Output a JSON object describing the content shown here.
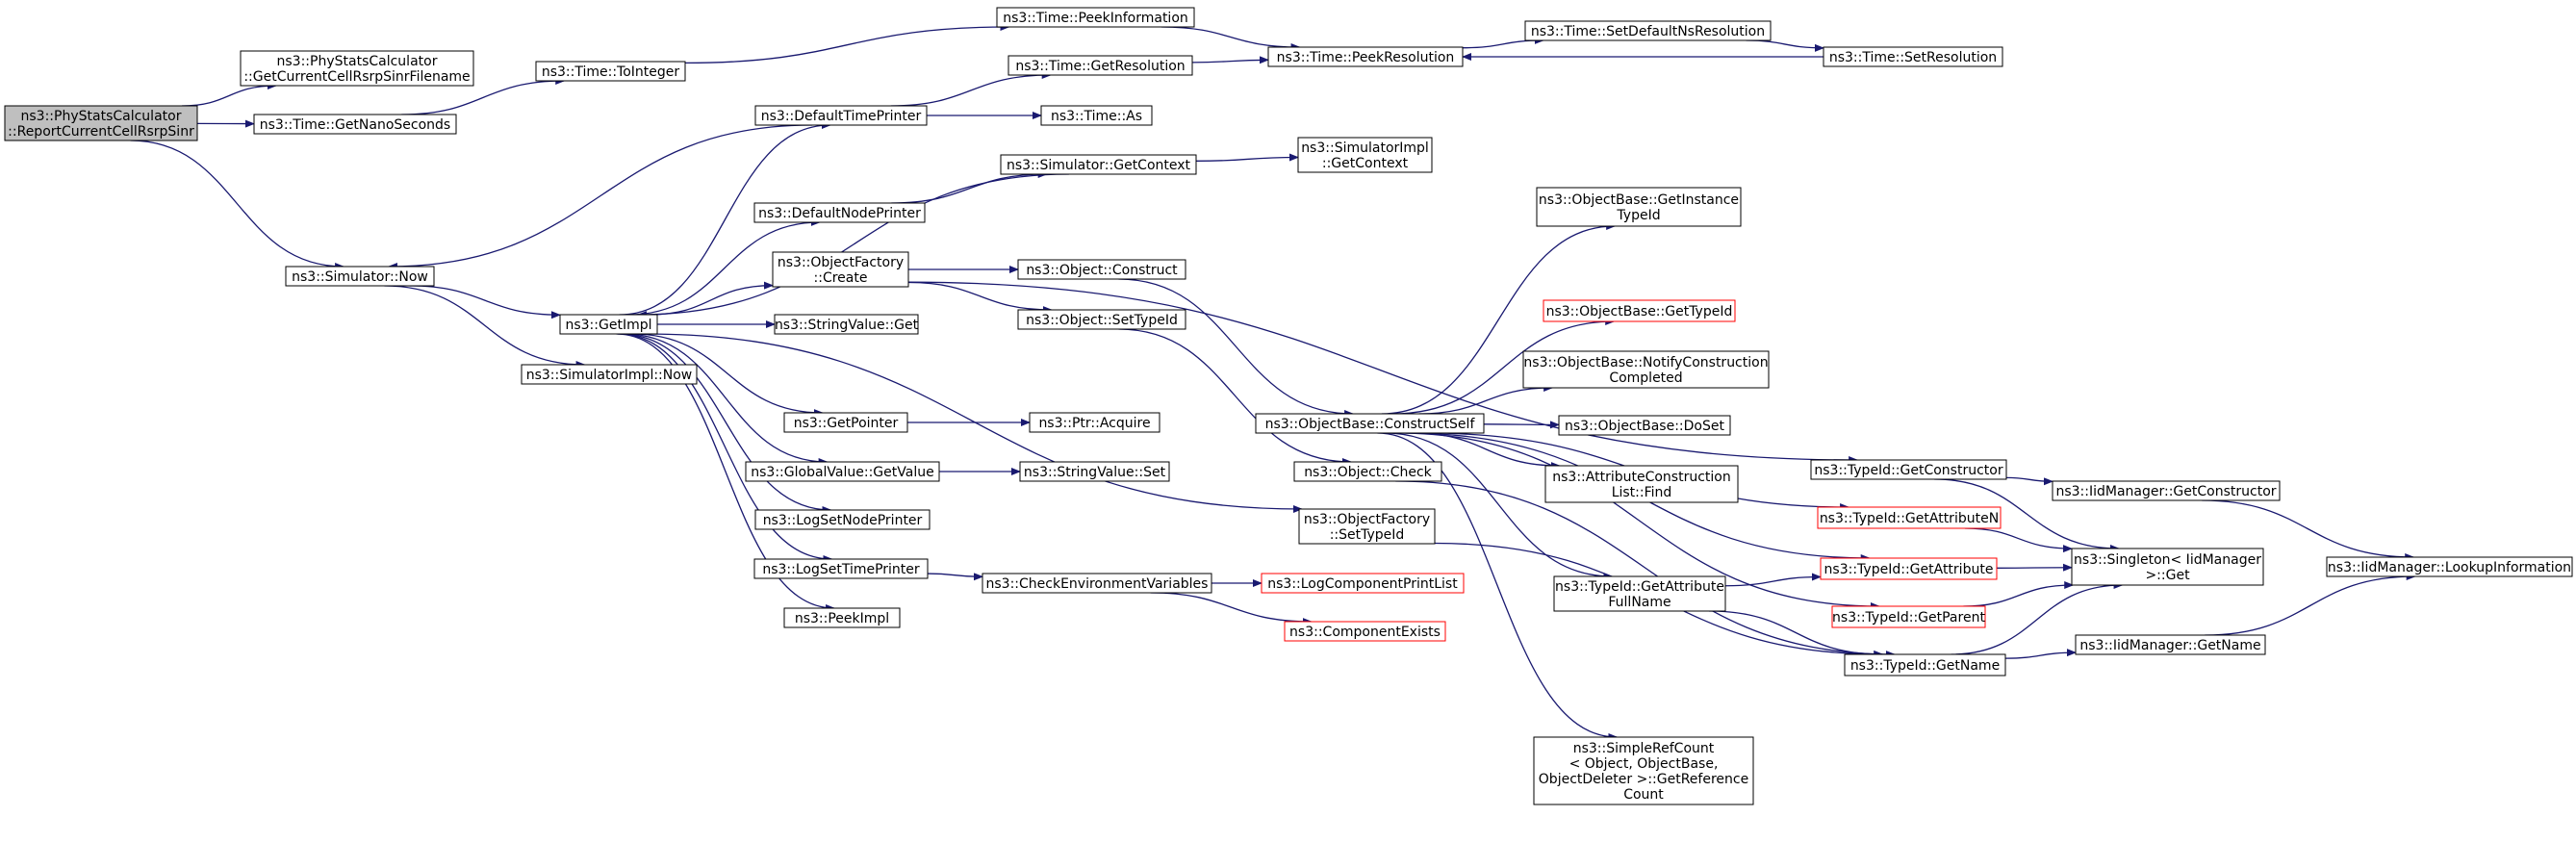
{
  "graph": {
    "colors": {
      "edge": "#191970",
      "node_border": "#000000",
      "truncated_border": "#ff0000",
      "root_fill": "#bfbfbf",
      "background": "#ffffff"
    },
    "nodes": [
      {
        "id": "report",
        "lines": [
          "ns3::PhyStatsCalculator",
          "::ReportCurrentCellRsrpSinr"
        ],
        "style": "root"
      },
      {
        "id": "getfilename",
        "lines": [
          "ns3::PhyStatsCalculator",
          "::GetCurrentCellRsrpSinrFilename"
        ],
        "style": "normal"
      },
      {
        "id": "getnano",
        "lines": [
          "ns3::Time::GetNanoSeconds"
        ],
        "style": "normal"
      },
      {
        "id": "tointeger",
        "lines": [
          "ns3::Time::ToInteger"
        ],
        "style": "normal"
      },
      {
        "id": "peekinfo",
        "lines": [
          "ns3::Time::PeekInformation"
        ],
        "style": "normal"
      },
      {
        "id": "peekres",
        "lines": [
          "ns3::Time::PeekResolution"
        ],
        "style": "normal"
      },
      {
        "id": "setdefns",
        "lines": [
          "ns3::Time::SetDefaultNsResolution"
        ],
        "style": "normal"
      },
      {
        "id": "setres",
        "lines": [
          "ns3::Time::SetResolution"
        ],
        "style": "normal"
      },
      {
        "id": "getres",
        "lines": [
          "ns3::Time::GetResolution"
        ],
        "style": "normal"
      },
      {
        "id": "timeas",
        "lines": [
          "ns3::Time::As"
        ],
        "style": "normal"
      },
      {
        "id": "deftimeprinter",
        "lines": [
          "ns3::DefaultTimePrinter"
        ],
        "style": "normal"
      },
      {
        "id": "simgetcontext",
        "lines": [
          "ns3::Simulator::GetContext"
        ],
        "style": "normal"
      },
      {
        "id": "simimplgetcontext",
        "lines": [
          "ns3::SimulatorImpl",
          "::GetContext"
        ],
        "style": "normal"
      },
      {
        "id": "defnodeprinter",
        "lines": [
          "ns3::DefaultNodePrinter"
        ],
        "style": "normal"
      },
      {
        "id": "simnow",
        "lines": [
          "ns3::Simulator::Now"
        ],
        "style": "normal"
      },
      {
        "id": "getimpl",
        "lines": [
          "ns3::GetImpl"
        ],
        "style": "normal"
      },
      {
        "id": "simimplnow",
        "lines": [
          "ns3::SimulatorImpl::Now"
        ],
        "style": "normal"
      },
      {
        "id": "ofcreate",
        "lines": [
          "ns3::ObjectFactory",
          "::Create"
        ],
        "style": "normal"
      },
      {
        "id": "strvalget",
        "lines": [
          "ns3::StringValue::Get"
        ],
        "style": "normal"
      },
      {
        "id": "objconstruct",
        "lines": [
          "ns3::Object::Construct"
        ],
        "style": "normal"
      },
      {
        "id": "objsettypeid",
        "lines": [
          "ns3::Object::SetTypeId"
        ],
        "style": "normal"
      },
      {
        "id": "getpointer",
        "lines": [
          "ns3::GetPointer"
        ],
        "style": "normal"
      },
      {
        "id": "ptracquire",
        "lines": [
          "ns3::Ptr::Acquire"
        ],
        "style": "normal"
      },
      {
        "id": "gvgetvalue",
        "lines": [
          "ns3::GlobalValue::GetValue"
        ],
        "style": "normal"
      },
      {
        "id": "strvalset",
        "lines": [
          "ns3::StringValue::Set"
        ],
        "style": "normal"
      },
      {
        "id": "logsetnode",
        "lines": [
          "ns3::LogSetNodePrinter"
        ],
        "style": "normal"
      },
      {
        "id": "logsettime",
        "lines": [
          "ns3::LogSetTimePrinter"
        ],
        "style": "normal"
      },
      {
        "id": "checkenv",
        "lines": [
          "ns3::CheckEnvironmentVariables"
        ],
        "style": "normal"
      },
      {
        "id": "logcompprint",
        "lines": [
          "ns3::LogComponentPrintList"
        ],
        "style": "red"
      },
      {
        "id": "compexists",
        "lines": [
          "ns3::ComponentExists"
        ],
        "style": "red"
      },
      {
        "id": "peekimpl",
        "lines": [
          "ns3::PeekImpl"
        ],
        "style": "normal"
      },
      {
        "id": "obgetinst",
        "lines": [
          "ns3::ObjectBase::GetInstance",
          "TypeId"
        ],
        "style": "normal"
      },
      {
        "id": "obgettypeid",
        "lines": [
          "ns3::ObjectBase::GetTypeId"
        ],
        "style": "red"
      },
      {
        "id": "obnotify",
        "lines": [
          "ns3::ObjectBase::NotifyConstruction",
          "Completed"
        ],
        "style": "normal"
      },
      {
        "id": "obconstructself",
        "lines": [
          "ns3::ObjectBase::ConstructSelf"
        ],
        "style": "normal"
      },
      {
        "id": "obdoset",
        "lines": [
          "ns3::ObjectBase::DoSet"
        ],
        "style": "normal"
      },
      {
        "id": "attrfind",
        "lines": [
          "ns3::AttributeConstruction",
          "List::Find"
        ],
        "style": "normal"
      },
      {
        "id": "objcheck",
        "lines": [
          "ns3::Object::Check"
        ],
        "style": "normal"
      },
      {
        "id": "ofsettypeid",
        "lines": [
          "ns3::ObjectFactory",
          "::SetTypeId"
        ],
        "style": "normal"
      },
      {
        "id": "tigetattrfull",
        "lines": [
          "ns3::TypeId::GetAttribute",
          "FullName"
        ],
        "style": "normal"
      },
      {
        "id": "simplerefcount",
        "lines": [
          "ns3::SimpleRefCount",
          "< Object, ObjectBase,",
          "ObjectDeleter >::GetReference",
          "Count"
        ],
        "style": "normal"
      },
      {
        "id": "tigetconstructor",
        "lines": [
          "ns3::TypeId::GetConstructor"
        ],
        "style": "normal"
      },
      {
        "id": "tigetattrn",
        "lines": [
          "ns3::TypeId::GetAttributeN"
        ],
        "style": "red"
      },
      {
        "id": "tigetattr",
        "lines": [
          "ns3::TypeId::GetAttribute"
        ],
        "style": "red"
      },
      {
        "id": "tigetparent",
        "lines": [
          "ns3::TypeId::GetParent"
        ],
        "style": "red"
      },
      {
        "id": "tigetname",
        "lines": [
          "ns3::TypeId::GetName"
        ],
        "style": "normal"
      },
      {
        "id": "iidgetconstructor",
        "lines": [
          "ns3::IidManager::GetConstructor"
        ],
        "style": "normal"
      },
      {
        "id": "singletonget",
        "lines": [
          "ns3::Singleton< IidManager",
          " >::Get"
        ],
        "style": "normal"
      },
      {
        "id": "iidgetname",
        "lines": [
          "ns3::IidManager::GetName"
        ],
        "style": "normal"
      },
      {
        "id": "iidlookup",
        "lines": [
          "ns3::IidManager::LookupInformation"
        ],
        "style": "normal"
      }
    ],
    "edges": [
      [
        "report",
        "getfilename"
      ],
      [
        "report",
        "getnano"
      ],
      [
        "report",
        "simnow"
      ],
      [
        "getnano",
        "tointeger"
      ],
      [
        "tointeger",
        "peekinfo"
      ],
      [
        "peekinfo",
        "peekres"
      ],
      [
        "peekres",
        "setdefns"
      ],
      [
        "setdefns",
        "setres"
      ],
      [
        "setres",
        "peekres"
      ],
      [
        "deftimeprinter",
        "getres"
      ],
      [
        "deftimeprinter",
        "timeas"
      ],
      [
        "deftimeprinter",
        "simnow"
      ],
      [
        "getres",
        "peekres"
      ],
      [
        "simgetcontext",
        "simimplgetcontext"
      ],
      [
        "simgetcontext",
        "getimpl"
      ],
      [
        "defnodeprinter",
        "simgetcontext"
      ],
      [
        "simnow",
        "getimpl"
      ],
      [
        "simnow",
        "simimplnow"
      ],
      [
        "getimpl",
        "deftimeprinter"
      ],
      [
        "getimpl",
        "defnodeprinter"
      ],
      [
        "getimpl",
        "ofcreate"
      ],
      [
        "getimpl",
        "strvalget"
      ],
      [
        "getimpl",
        "getpointer"
      ],
      [
        "getimpl",
        "gvgetvalue"
      ],
      [
        "getimpl",
        "logsetnode"
      ],
      [
        "getimpl",
        "logsettime"
      ],
      [
        "getimpl",
        "peekimpl"
      ],
      [
        "getimpl",
        "ofsettypeid"
      ],
      [
        "ofcreate",
        "objconstruct"
      ],
      [
        "ofcreate",
        "objsettypeid"
      ],
      [
        "ofcreate",
        "tigetconstructor"
      ],
      [
        "objconstruct",
        "obconstructself"
      ],
      [
        "objsettypeid",
        "objcheck"
      ],
      [
        "getpointer",
        "ptracquire"
      ],
      [
        "gvgetvalue",
        "strvalset"
      ],
      [
        "logsettime",
        "checkenv"
      ],
      [
        "checkenv",
        "logcompprint"
      ],
      [
        "checkenv",
        "compexists"
      ],
      [
        "obconstructself",
        "obgetinst"
      ],
      [
        "obconstructself",
        "obgettypeid"
      ],
      [
        "obconstructself",
        "obnotify"
      ],
      [
        "obconstructself",
        "obdoset"
      ],
      [
        "obconstructself",
        "attrfind"
      ],
      [
        "obconstructself",
        "tigetattrfull"
      ],
      [
        "obconstructself",
        "tigetattrn"
      ],
      [
        "obconstructself",
        "tigetattr"
      ],
      [
        "obconstructself",
        "tigetparent"
      ],
      [
        "obconstructself",
        "simplerefcount"
      ],
      [
        "objcheck",
        "tigetname"
      ],
      [
        "ofsettypeid",
        "tigetname"
      ],
      [
        "tigetattrfull",
        "tigetattr"
      ],
      [
        "tigetattrfull",
        "tigetname"
      ],
      [
        "tigetconstructor",
        "iidgetconstructor"
      ],
      [
        "tigetconstructor",
        "singletonget"
      ],
      [
        "tigetattrn",
        "singletonget"
      ],
      [
        "tigetattr",
        "singletonget"
      ],
      [
        "tigetparent",
        "singletonget"
      ],
      [
        "tigetname",
        "singletonget"
      ],
      [
        "tigetname",
        "iidgetname"
      ],
      [
        "iidgetconstructor",
        "iidlookup"
      ],
      [
        "iidgetname",
        "iidlookup"
      ]
    ]
  }
}
